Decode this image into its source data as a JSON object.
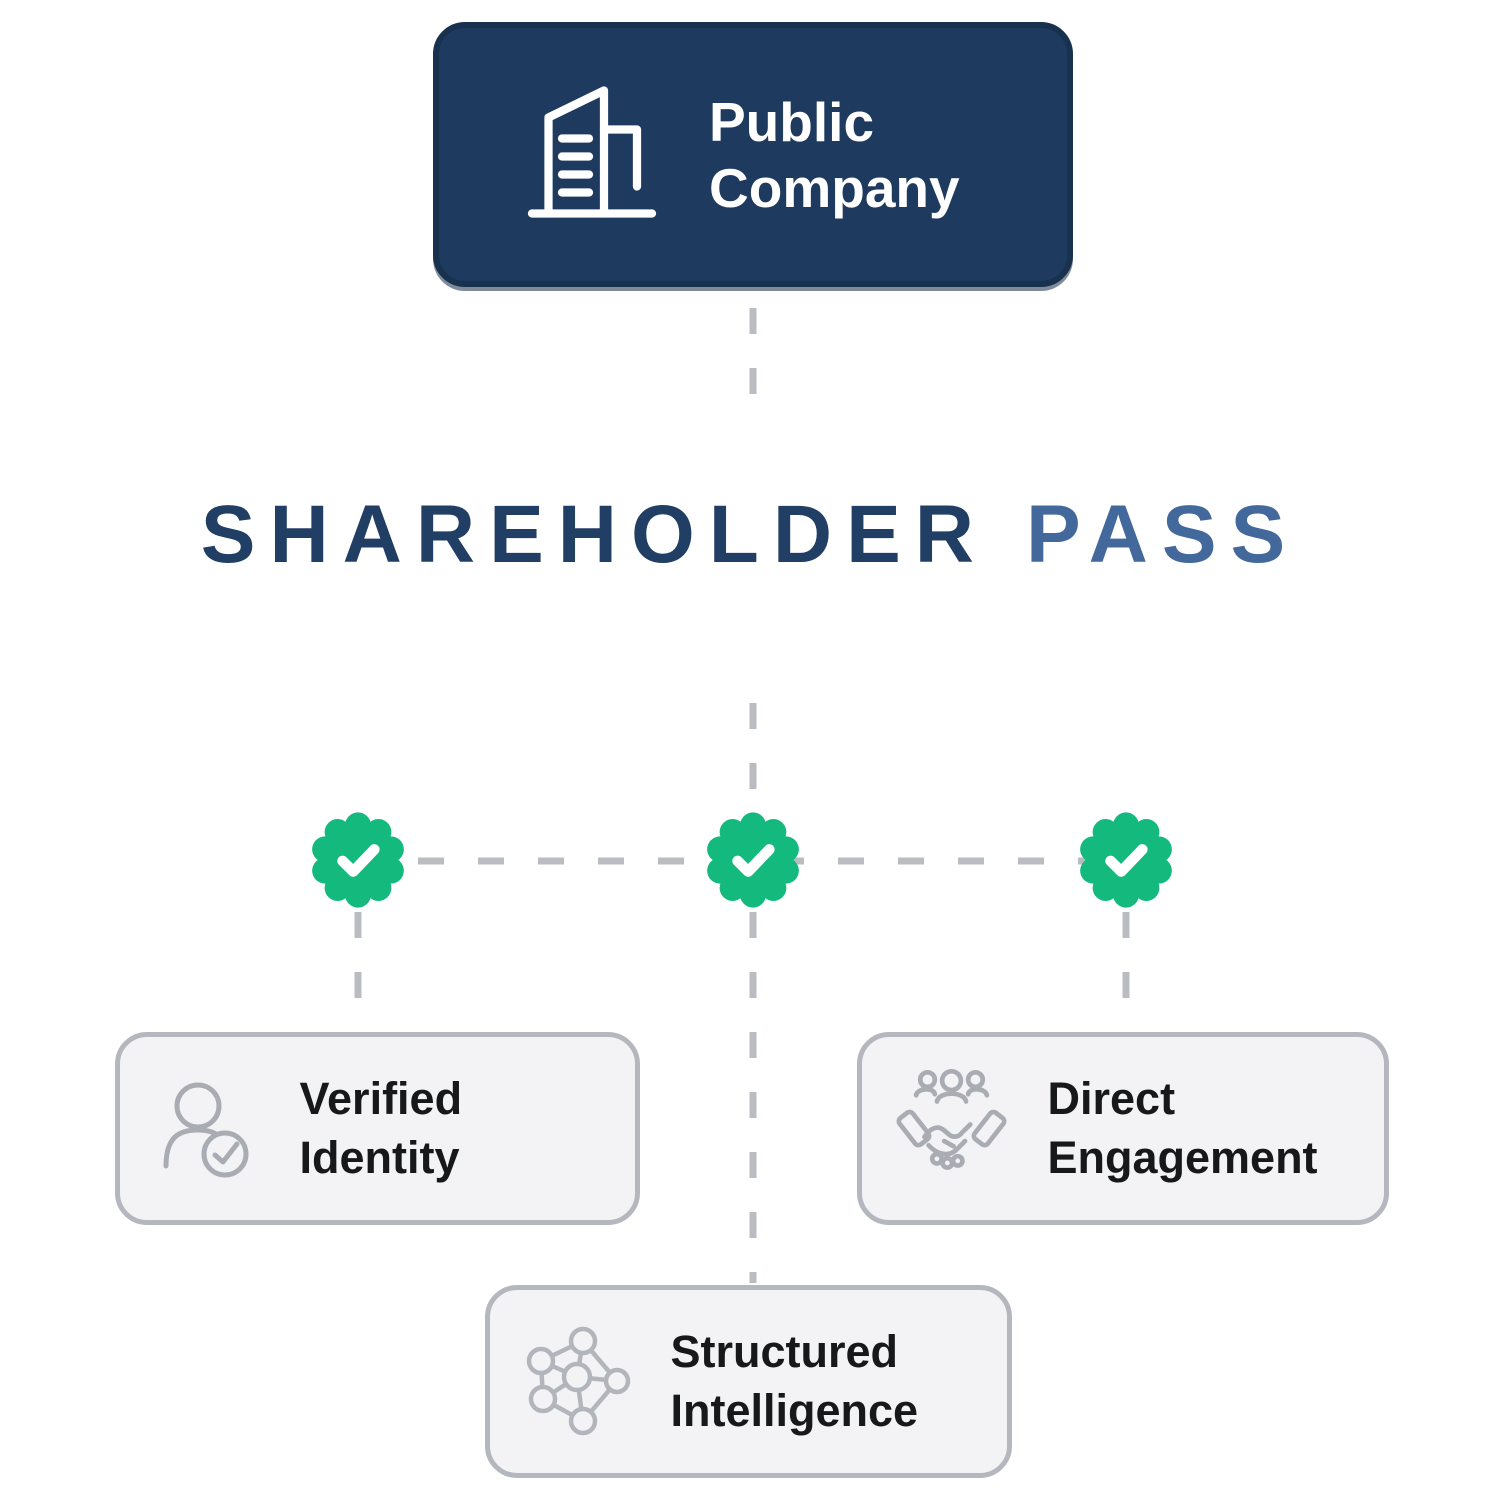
{
  "company": {
    "label": "Public Company",
    "icon": "building-icon"
  },
  "headline": {
    "word1": "SHAREHOLDER",
    "word2": "PASS"
  },
  "badges": {
    "count": 3,
    "icon": "verified-check-badge-icon"
  },
  "features": [
    {
      "label": "Verified Identity",
      "icon": "person-check-icon"
    },
    {
      "label": "Direct Engagement",
      "icon": "handshake-icon"
    },
    {
      "label": "Structured Intelligence",
      "icon": "network-graph-icon"
    }
  ],
  "colors": {
    "company_navy": "#1e3a5f",
    "company_border": "#17314f",
    "headline_primary": "#213e64",
    "headline_accent": "#42689c",
    "badge_green": "#14b97e",
    "connector_gray": "#b9bcc0",
    "card_background": "#f3f3f5",
    "card_border": "#b4b7bd",
    "icon_gray": "#a9acb3",
    "label_text": "#17181a"
  }
}
